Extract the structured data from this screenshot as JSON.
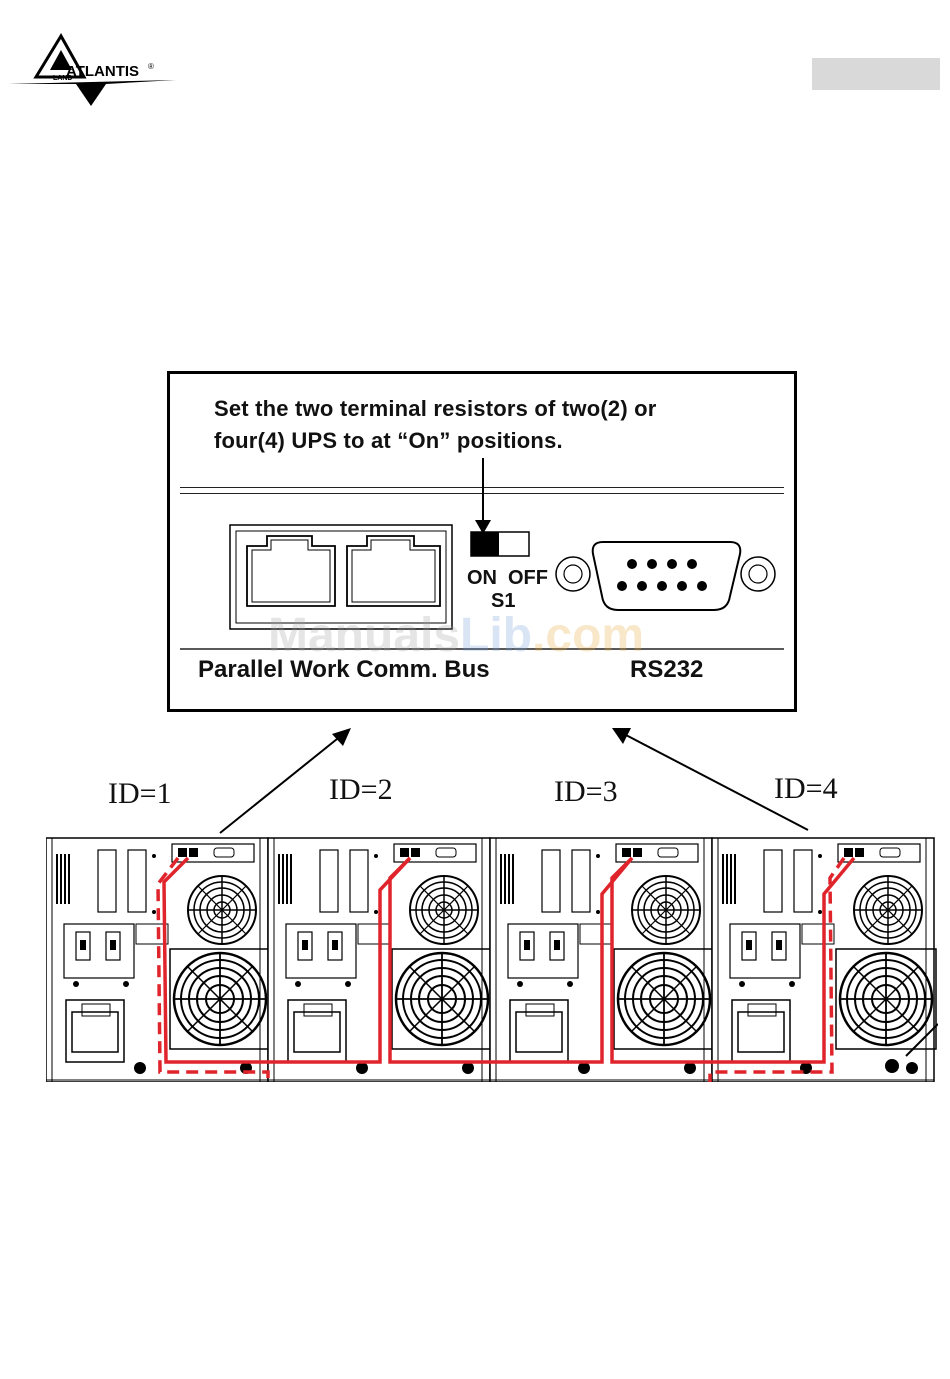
{
  "brand": {
    "logo_letters": "ATLANTIS",
    "logo_sub": "LAND",
    "registered": "®"
  },
  "callout": {
    "instruction_line1": "Set the two terminal resistors of two(2) or",
    "instruction_line2": "four(4) UPS to at “On” positions.",
    "switch_on": "ON",
    "switch_off": "OFF",
    "switch_name": "S1",
    "bus_label": "Parallel Work Comm. Bus",
    "serial_label": "RS232"
  },
  "watermark": {
    "part1": "Manuals",
    "part2": "Lib",
    "part3": ".com"
  },
  "ups_ids": [
    "ID=1",
    "ID=2",
    "ID=3",
    "ID=4"
  ],
  "colors": {
    "cable": "#e0242b",
    "header_tag": "#d9d9d9"
  }
}
